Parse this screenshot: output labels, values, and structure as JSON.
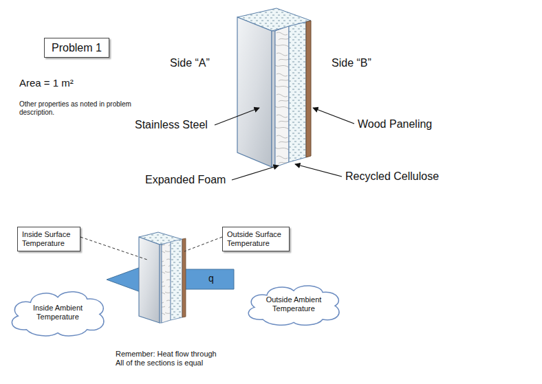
{
  "diagram": {
    "nodes": [
      {
        "text": [
          "Problem 1"
        ]
      },
      {
        "text": [
          "Inside Surface Temperature"
        ]
      },
      {
        "text": [
          "Outside Surface Temperature"
        ]
      },
      {
        "text": [
          "Inside Ambient Temperature"
        ]
      },
      {
        "text": [
          "Outside Ambient Temperature"
        ]
      }
    ],
    "labels": [
      "Area = 1 m²",
      "Other properties as noted in problem description.",
      "Side “A”",
      "Side “B”",
      "Stainless Steel",
      "Wood Paneling",
      "Expanded Foam",
      "Recycled Cellulose",
      "q",
      "Remember: Heat flow through All of the sections is equal"
    ]
  }
}
